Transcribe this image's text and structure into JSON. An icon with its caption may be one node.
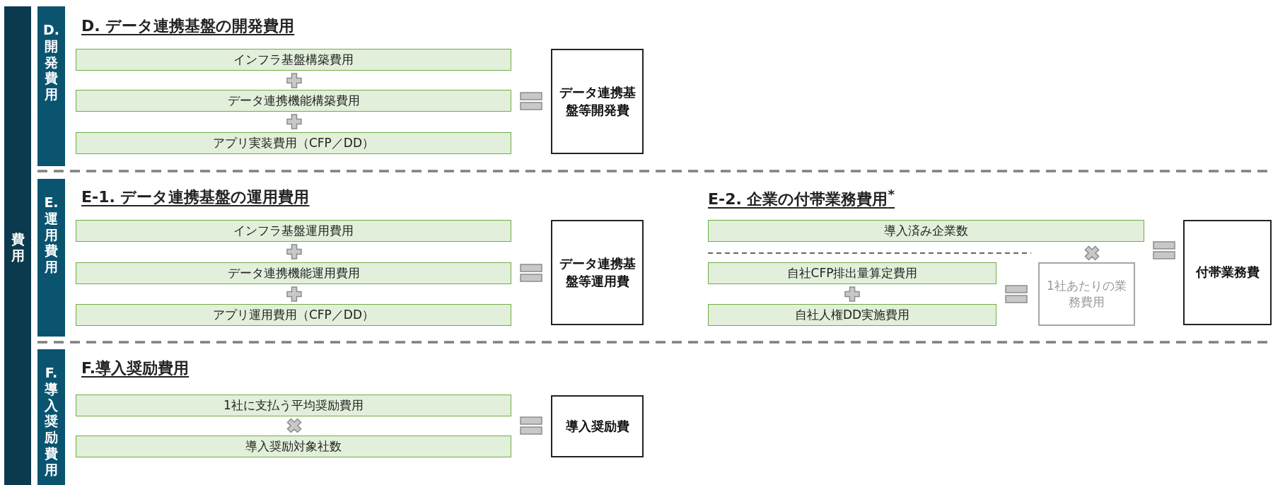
{
  "diagram": {
    "nodes": [
      {
        "text": [
          "費用"
        ]
      },
      {
        "text": [
          "D. 開発費用"
        ]
      },
      {
        "text": [
          "インフラ基盤構築費用"
        ]
      },
      {
        "text": [
          "データ連携機能構築費用"
        ]
      },
      {
        "text": [
          "アプリ実装費用（CFP／DD）"
        ]
      },
      {
        "text": [
          "データ連携基盤等開発費"
        ]
      },
      {
        "text": [
          "E. 運用費用"
        ]
      },
      {
        "text": [
          "インフラ基盤運用費用"
        ]
      },
      {
        "text": [
          "データ連携機能運用費用"
        ]
      },
      {
        "text": [
          "アプリ運用費用（CFP／DD）"
        ]
      },
      {
        "text": [
          "データ連携基盤等運用費"
        ]
      },
      {
        "text": [
          "導入済み企業数"
        ]
      },
      {
        "text": [
          "自社CFP排出量算定費用"
        ]
      },
      {
        "text": [
          "自社人権DD実施費用"
        ]
      },
      {
        "text": [
          "1社あたりの業務費用"
        ]
      },
      {
        "text": [
          "付帯業務費"
        ]
      },
      {
        "text": [
          "F. 導入奨励費用"
        ]
      },
      {
        "text": [
          "1社に支払う平均奨励費用"
        ]
      },
      {
        "text": [
          "導入奨励対象社数"
        ]
      },
      {
        "text": [
          "導入奨励費"
        ]
      }
    ],
    "labels": [
      "D. データ連携基盤の開発費用",
      "E-1. データ連携基盤の運用費用",
      "E-2. 企業の付帯業務費用$^{*}$",
      "F.導入奨励費用"
    ]
  }
}
